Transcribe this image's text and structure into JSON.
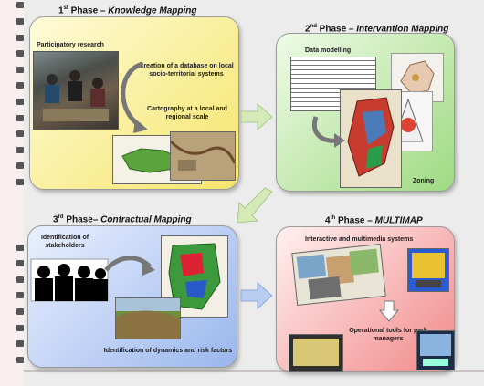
{
  "phases": [
    {
      "title_num": "1",
      "title_sup": "st",
      "title_phase": " Phase – ",
      "title_name": "Knowledge Mapping",
      "labels": {
        "research": "Participatory research",
        "database": "Creation of a database on local socio-territorial systems",
        "cartography": "Cartography at a local and regional scale"
      }
    },
    {
      "title_num": "2",
      "title_sup": "nd",
      "title_phase": " Phase – ",
      "title_name": "Intervantion Mapping",
      "labels": {
        "modelling": "Data modelling",
        "zoning": "Zoning"
      }
    },
    {
      "title_num": "3",
      "title_sup": "rd",
      "title_phase": " Phase– ",
      "title_name": "Contractual Mapping",
      "labels": {
        "stakeholders": "Identification of stakeholders",
        "dynamics": "Identification of dynamics and risk factors"
      }
    },
    {
      "title_num": "4",
      "title_sup": "th",
      "title_phase": " Phase – ",
      "title_name": "MULTIMAP",
      "labels": {
        "systems": "Interactive and multimedia systems",
        "tools": "Operational tools for park managers"
      }
    }
  ],
  "colors": {
    "phase1": "#f5e56c",
    "phase2": "#9fda82",
    "phase3": "#9ab6ec",
    "phase4": "#f28a8a",
    "flow_arrow": "#d6eab8",
    "flow_arrow_blue": "#b9cdf0"
  }
}
